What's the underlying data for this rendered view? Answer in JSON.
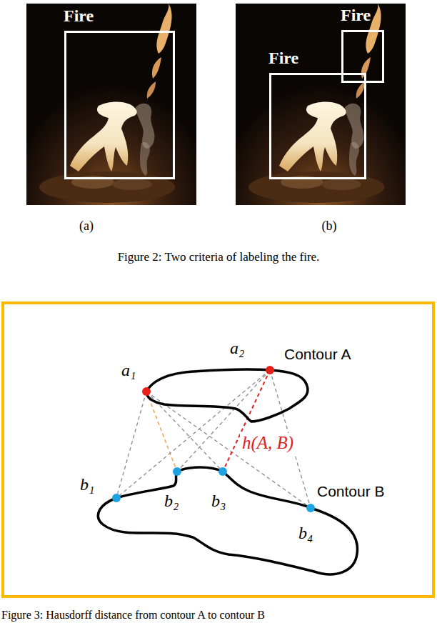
{
  "diagram": {
    "caption": "Figure 2: Two criteria of labeling the fire.",
    "nodes": [
      {
        "text": [
          "Fire"
        ]
      },
      {
        "text": [
          "Fire"
        ]
      },
      {
        "text": [
          "Fire"
        ]
      }
    ],
    "labels": [
      "(a)",
      "(b)",
      "a₁",
      "a₂",
      "Contour A",
      "h(A, B)",
      "b₁",
      "b₂",
      "b₃",
      "b₄",
      "Contour B",
      "Figure 3: Hausdorff distance from contour A to contour B"
    ]
  }
}
